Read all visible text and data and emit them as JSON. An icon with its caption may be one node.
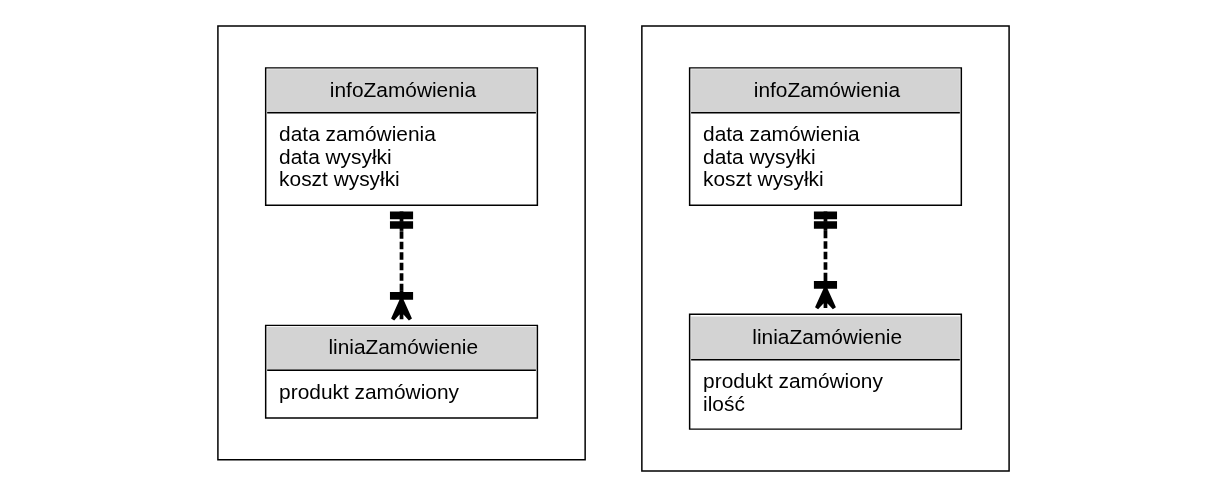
{
  "diagram": {
    "nodes": [
      {
        "text": [],
        "shape": "box"
      },
      {
        "text": [
          "infoZamówienia",
          "data zamówienia",
          "data wysyłki",
          "koszt wysyłki"
        ],
        "in": 0
      },
      {
        "text": [
          "liniaZamówienie",
          "produkt zamówiony"
        ],
        "in": 0
      },
      {
        "text": [],
        "shape": "box"
      },
      {
        "text": [
          "infoZamówienia",
          "data zamówienia",
          "data wysyłki",
          "koszt wysyłki"
        ],
        "in": 3
      },
      {
        "text": [
          "liniaZamówienie",
          "produkt zamówiony",
          "ilość"
        ],
        "in": 3
      }
    ],
    "edges": [
      {
        "from": 1,
        "to": 2,
        "arrow": "other",
        "style": "dashed"
      },
      {
        "from": 4,
        "to": 5,
        "arrow": "other",
        "style": "dashed"
      }
    ]
  }
}
